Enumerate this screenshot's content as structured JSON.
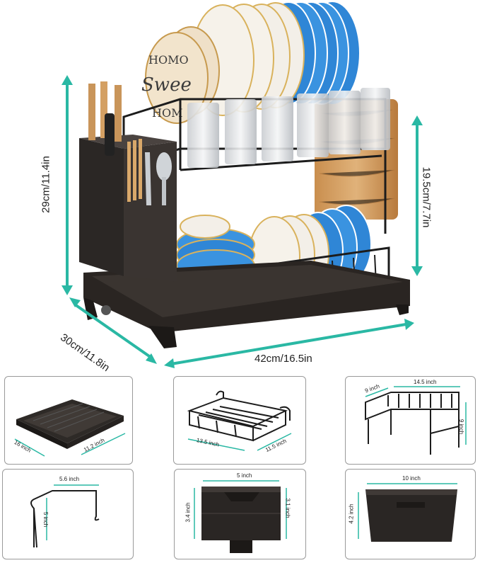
{
  "hero": {
    "height_label": "29cm/11.4in",
    "depth_label": "30cm/11.8in",
    "width_label": "42cm/16.5in",
    "shelf_label": "19.5cm/7.7in",
    "plate_text_1": "HOMO",
    "plate_text_2": "Swee",
    "plate_text_3": "HOM",
    "accent_color": "#2ab8a4"
  },
  "panels": {
    "drip_tray": {
      "depth": "16 inch",
      "width": "11.2 inch"
    },
    "lower_rack": {
      "width": "13.5 inch",
      "depth": "11.5 inch"
    },
    "upper_rack": {
      "left_width": "9 inch",
      "right_width": "14.5 inch",
      "height": "9 inch"
    },
    "hook": {
      "width": "5.6 inch",
      "height": "5 inch"
    },
    "utensil_holder": {
      "width": "5 inch",
      "left_height": "3.4 inch",
      "right_height": "3.1 inch"
    },
    "cup_box": {
      "width": "10 inch",
      "height": "4.2 inch"
    }
  }
}
